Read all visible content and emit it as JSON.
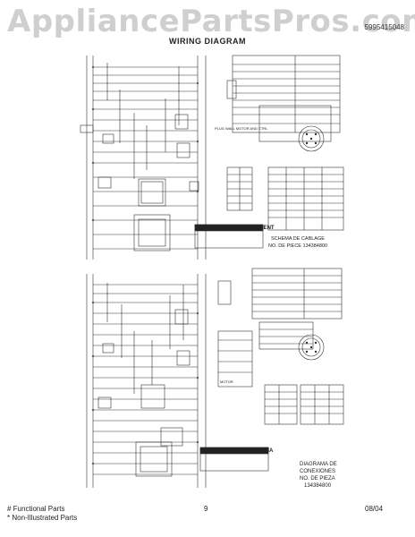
{
  "watermark": "AppliancePartsPros.com",
  "part_number": "5995415048",
  "header": {
    "title": "WIRING DIAGRAM"
  },
  "upper": {
    "warning": "AVERTISSEMENT",
    "schema_line1": "SCHEMA DE CABLAGE",
    "schema_line2": "NO. DE PIECE 134384800",
    "pinout_title": "PLUG WALL MOTOR AND CTRL"
  },
  "lower": {
    "warning": "ADVERTENCIA",
    "diagrama_line1": "DIAGRAMA DE",
    "diagrama_line2": "CONEXIONES",
    "diagrama_line3": "NO. DE PIEZA",
    "diagrama_line4": "134384800",
    "motor_label": "MOTOR"
  },
  "footer": {
    "functional": "# Functional Parts",
    "non_illustrated": "* Non-Illustrated Parts",
    "page": "9",
    "date": "08/04"
  }
}
